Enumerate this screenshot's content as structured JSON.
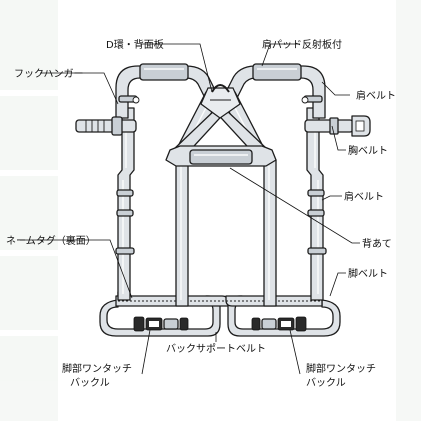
{
  "labels": {
    "d_ring_back_plate": "D環・背面板",
    "shoulder_pad_reflector": "肩パッド反射板付",
    "hook_hanger": "フックハンガー",
    "shoulder_belt_right": "肩ベルト",
    "chest_belt": "胸ベルト",
    "shoulder_belt_lower": "肩ベルト",
    "name_tag": "ネームタグ（裏面）",
    "back_pad": "背あて",
    "leg_belt": "脚ベルト",
    "back_support_belt": "バックサポートベルト",
    "leg_buckle_left_1": "脚部ワンタッチ",
    "leg_buckle_left_2": "バックル",
    "leg_buckle_right_1": "脚部ワンタッチ",
    "leg_buckle_right_2": "バックル"
  },
  "colors": {
    "webbing": "#dfe3e7",
    "outline": "#1d1d1d",
    "background_tint": "#eef3ee"
  }
}
